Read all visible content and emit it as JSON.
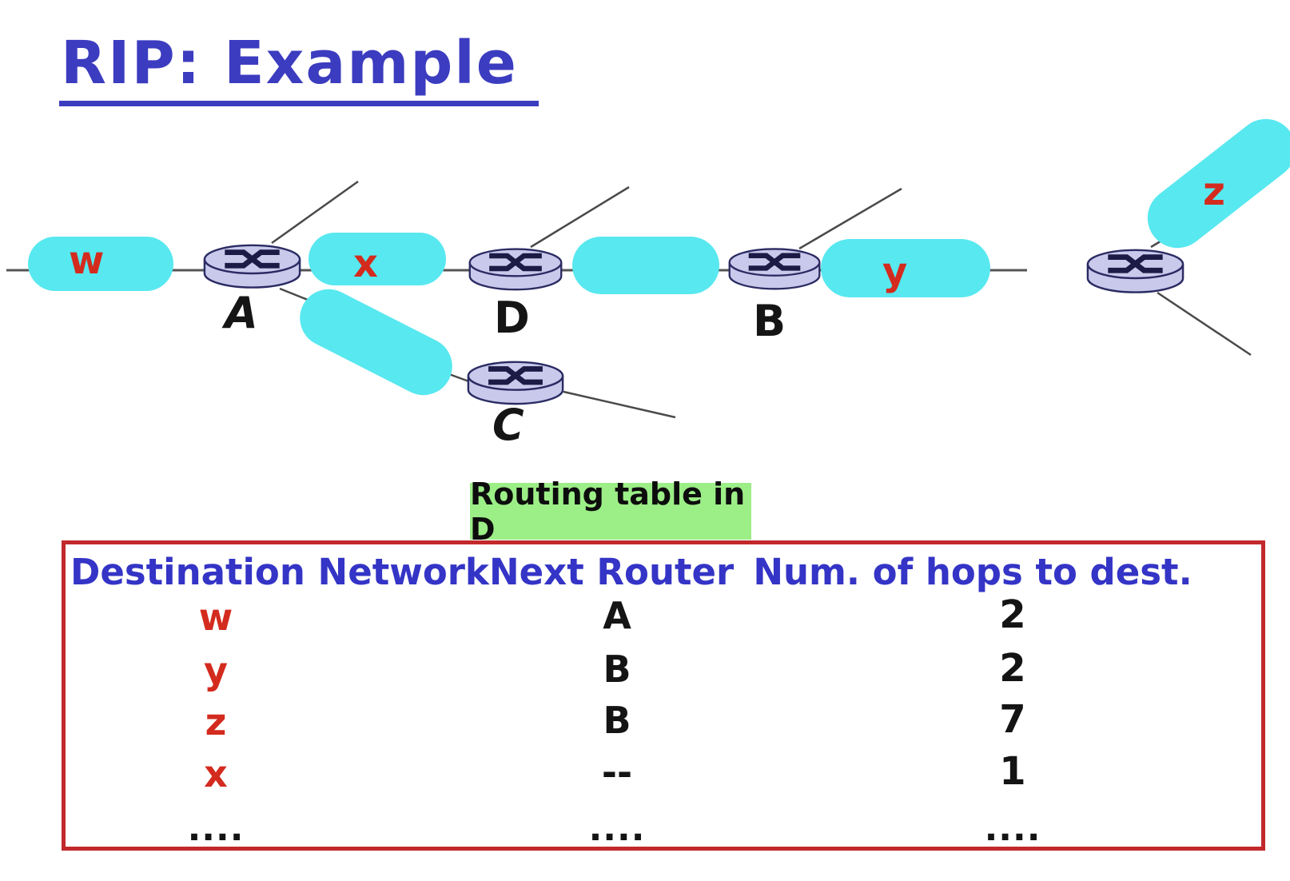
{
  "title": "RIP: Example",
  "diagram": {
    "routers": [
      {
        "id": "A",
        "label": "A"
      },
      {
        "id": "D",
        "label": "D"
      },
      {
        "id": "B",
        "label": "B"
      },
      {
        "id": "C",
        "label": "C"
      },
      {
        "id": "right",
        "label": ""
      }
    ],
    "networks": [
      {
        "id": "w",
        "label": "w"
      },
      {
        "id": "x",
        "label": "x"
      },
      {
        "id": "y",
        "label": "y"
      },
      {
        "id": "z",
        "label": "z"
      },
      {
        "id": "mid",
        "label": ""
      },
      {
        "id": "ac",
        "label": ""
      }
    ]
  },
  "caption": {
    "text": "Routing table in D"
  },
  "table": {
    "headers": [
      "Destination Network",
      "Next Router",
      "Num. of hops to dest."
    ],
    "rows": [
      {
        "dest": "w",
        "next": "A",
        "hops": "2"
      },
      {
        "dest": "y",
        "next": "B",
        "hops": "2"
      },
      {
        "dest": "z",
        "next": "B",
        "hops": "7"
      },
      {
        "dest": "x",
        "next": "--",
        "hops": "1"
      },
      {
        "dest": "....",
        "next": "....",
        "hops": "...."
      }
    ]
  },
  "colors": {
    "title_blue": "#3c3cc0",
    "header_blue": "#3434c6",
    "label_red": "#d32b1e",
    "network_cyan": "#58e8f0",
    "router_fill": "#c9c9ec",
    "router_outline": "#2b2b63",
    "caption_green": "#9cee87",
    "table_border_red": "#c2292b",
    "line_gray": "#555555"
  }
}
